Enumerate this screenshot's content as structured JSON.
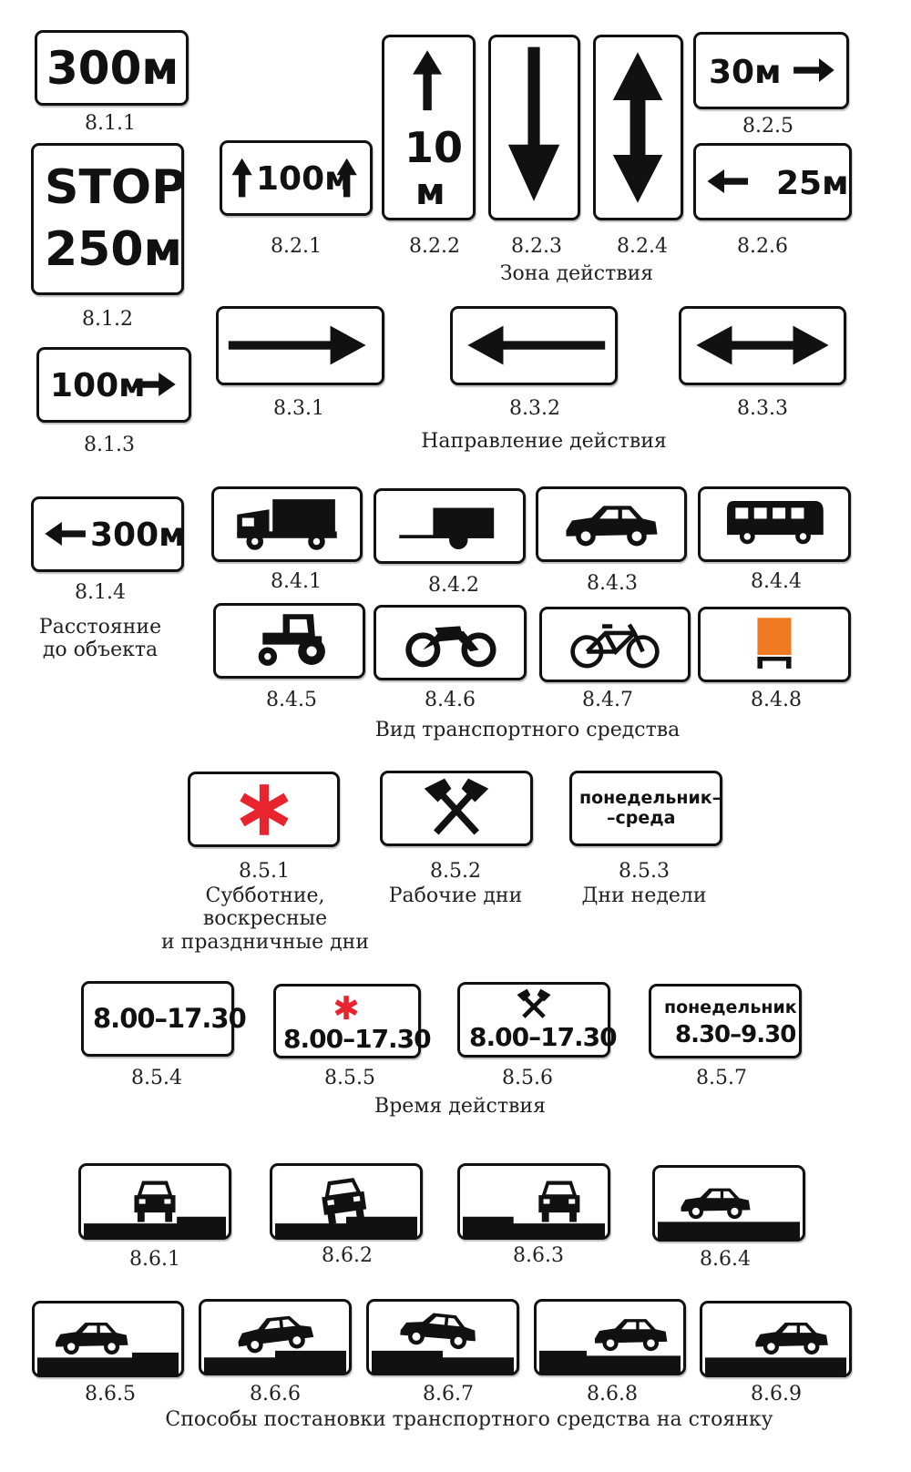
{
  "signs": {
    "s811": {
      "code": "8.1.1",
      "text": "300м"
    },
    "s812": {
      "code": "8.1.2",
      "line1": "STOP",
      "line2": "250м"
    },
    "s813": {
      "code": "8.1.3",
      "text": "100м"
    },
    "s814": {
      "code": "8.1.4",
      "text": "300м"
    },
    "s821": {
      "code": "8.2.1",
      "text": "100м"
    },
    "s822": {
      "code": "8.2.2",
      "line1": "10",
      "line2": "м"
    },
    "s823": {
      "code": "8.2.3"
    },
    "s824": {
      "code": "8.2.4"
    },
    "s825": {
      "code": "8.2.5",
      "text": "30м"
    },
    "s826": {
      "code": "8.2.6",
      "text": "25м"
    },
    "s831": {
      "code": "8.3.1"
    },
    "s832": {
      "code": "8.3.2"
    },
    "s833": {
      "code": "8.3.3"
    },
    "s841": {
      "code": "8.4.1"
    },
    "s842": {
      "code": "8.4.2"
    },
    "s843": {
      "code": "8.4.3"
    },
    "s844": {
      "code": "8.4.4"
    },
    "s845": {
      "code": "8.4.5"
    },
    "s846": {
      "code": "8.4.6"
    },
    "s847": {
      "code": "8.4.7"
    },
    "s848": {
      "code": "8.4.8"
    },
    "s851": {
      "code": "8.5.1"
    },
    "s852": {
      "code": "8.5.2"
    },
    "s853": {
      "code": "8.5.3",
      "line1": "понедельник–",
      "line2": "–среда"
    },
    "s854": {
      "code": "8.5.4",
      "text": "8.00–17.30"
    },
    "s855": {
      "code": "8.5.5",
      "text": "8.00–17.30"
    },
    "s856": {
      "code": "8.5.6",
      "text": "8.00–17.30"
    },
    "s857": {
      "code": "8.5.7",
      "line1": "понедельник",
      "line2": "8.30–9.30"
    },
    "s861": {
      "code": "8.6.1"
    },
    "s862": {
      "code": "8.6.2"
    },
    "s863": {
      "code": "8.6.3"
    },
    "s864": {
      "code": "8.6.4"
    },
    "s865": {
      "code": "8.6.5"
    },
    "s866": {
      "code": "8.6.6"
    },
    "s867": {
      "code": "8.6.7"
    },
    "s868": {
      "code": "8.6.8"
    },
    "s869": {
      "code": "8.6.9"
    }
  },
  "captions": {
    "zone": "Зона действия",
    "direction": "Направление действия",
    "distance_1": "Расстояние",
    "distance_2": "до объекта",
    "vehicle": "Вид транспортного средства",
    "holidays_1": "Субботние,",
    "holidays_2": "воскресные",
    "holidays_3": "и праздничные дни",
    "workdays": "Рабочие дни",
    "weekdays": "Дни недели",
    "time": "Время действия",
    "parking": "Способы постановки транспортного средства на стоянку"
  },
  "colors": {
    "ink": "#111111",
    "asterisk": "#e8242e",
    "hazard_plate": "#f07a22"
  }
}
